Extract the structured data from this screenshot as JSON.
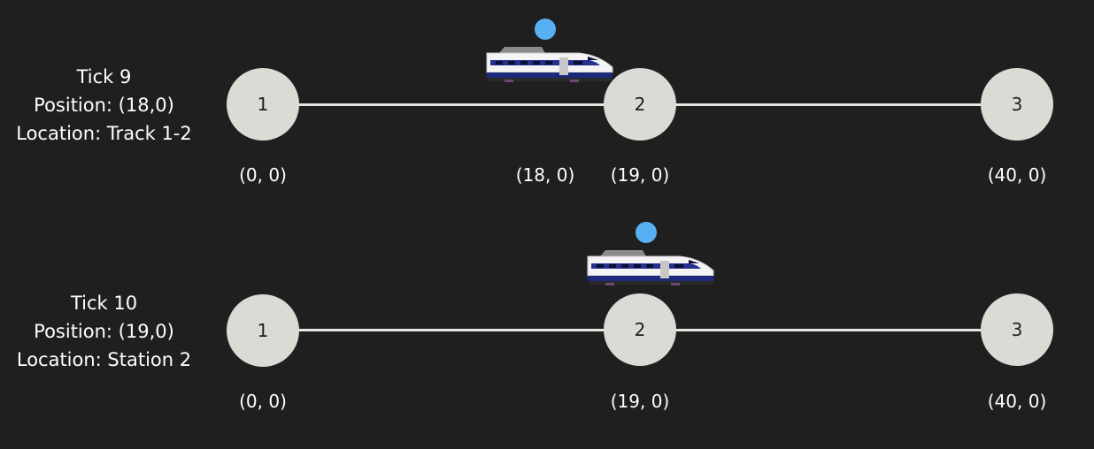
{
  "panels": [
    {
      "tick": "Tick 9",
      "position": "Position: (18,0)",
      "location": "Location: Track 1-2",
      "nodes": [
        "1",
        "2",
        "3"
      ],
      "coords": [
        "(0, 0)",
        "(18, 0)",
        "(19, 0)",
        "(40, 0)"
      ]
    },
    {
      "tick": "Tick 10",
      "position": "Position: (19,0)",
      "location": "Location: Station 2",
      "nodes": [
        "1",
        "2",
        "3"
      ],
      "coords": [
        "(0, 0)",
        "(19, 0)",
        "(40, 0)"
      ]
    }
  ],
  "colors": {
    "background": "#1f1f1f",
    "node_fill": "#dcdad4",
    "track": "#e7e5df",
    "train_marker": "#58b0f3",
    "text": "#ffffff"
  },
  "icons": {
    "train": "train-icon",
    "marker": "position-marker-icon"
  }
}
